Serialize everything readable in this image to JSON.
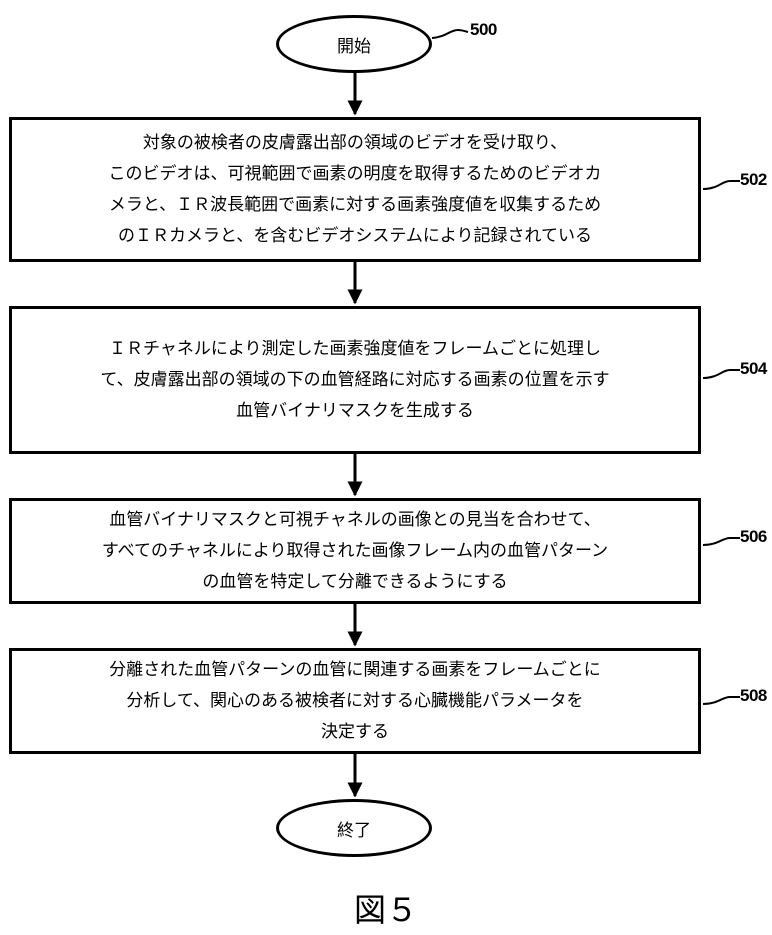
{
  "flowchart": {
    "start": {
      "label": "開始",
      "ref": "500"
    },
    "steps": [
      {
        "ref": "502",
        "lines": [
          "対象の被検者の皮膚露出部の領域のビデオを受け取り、",
          "このビデオは、可視範囲で画素の明度を取得するためのビデオカ",
          "メラと、ＩＲ波長範囲で画素に対する画素強度値を収集するため",
          "のＩＲカメラと、を含むビデオシステムにより記録されている"
        ]
      },
      {
        "ref": "504",
        "lines": [
          "ＩＲチャネルにより測定した画素強度値をフレームごとに処理し",
          "て、皮膚露出部の領域の下の血管経路に対応する画素の位置を示す",
          "血管バイナリマスクを生成する"
        ]
      },
      {
        "ref": "506",
        "lines": [
          "血管バイナリマスクと可視チャネルの画像との見当を合わせて、",
          "すべてのチャネルにより取得された画像フレーム内の血管パターン",
          "の血管を特定して分離できるようにする"
        ]
      },
      {
        "ref": "508",
        "lines": [
          "分離された血管パターンの血管に関連する画素をフレームごとに",
          "分析して、関心のある被検者に対する心臓機能パラメータを",
          "決定する"
        ]
      }
    ],
    "end": {
      "label": "終了"
    }
  },
  "caption": "図５"
}
